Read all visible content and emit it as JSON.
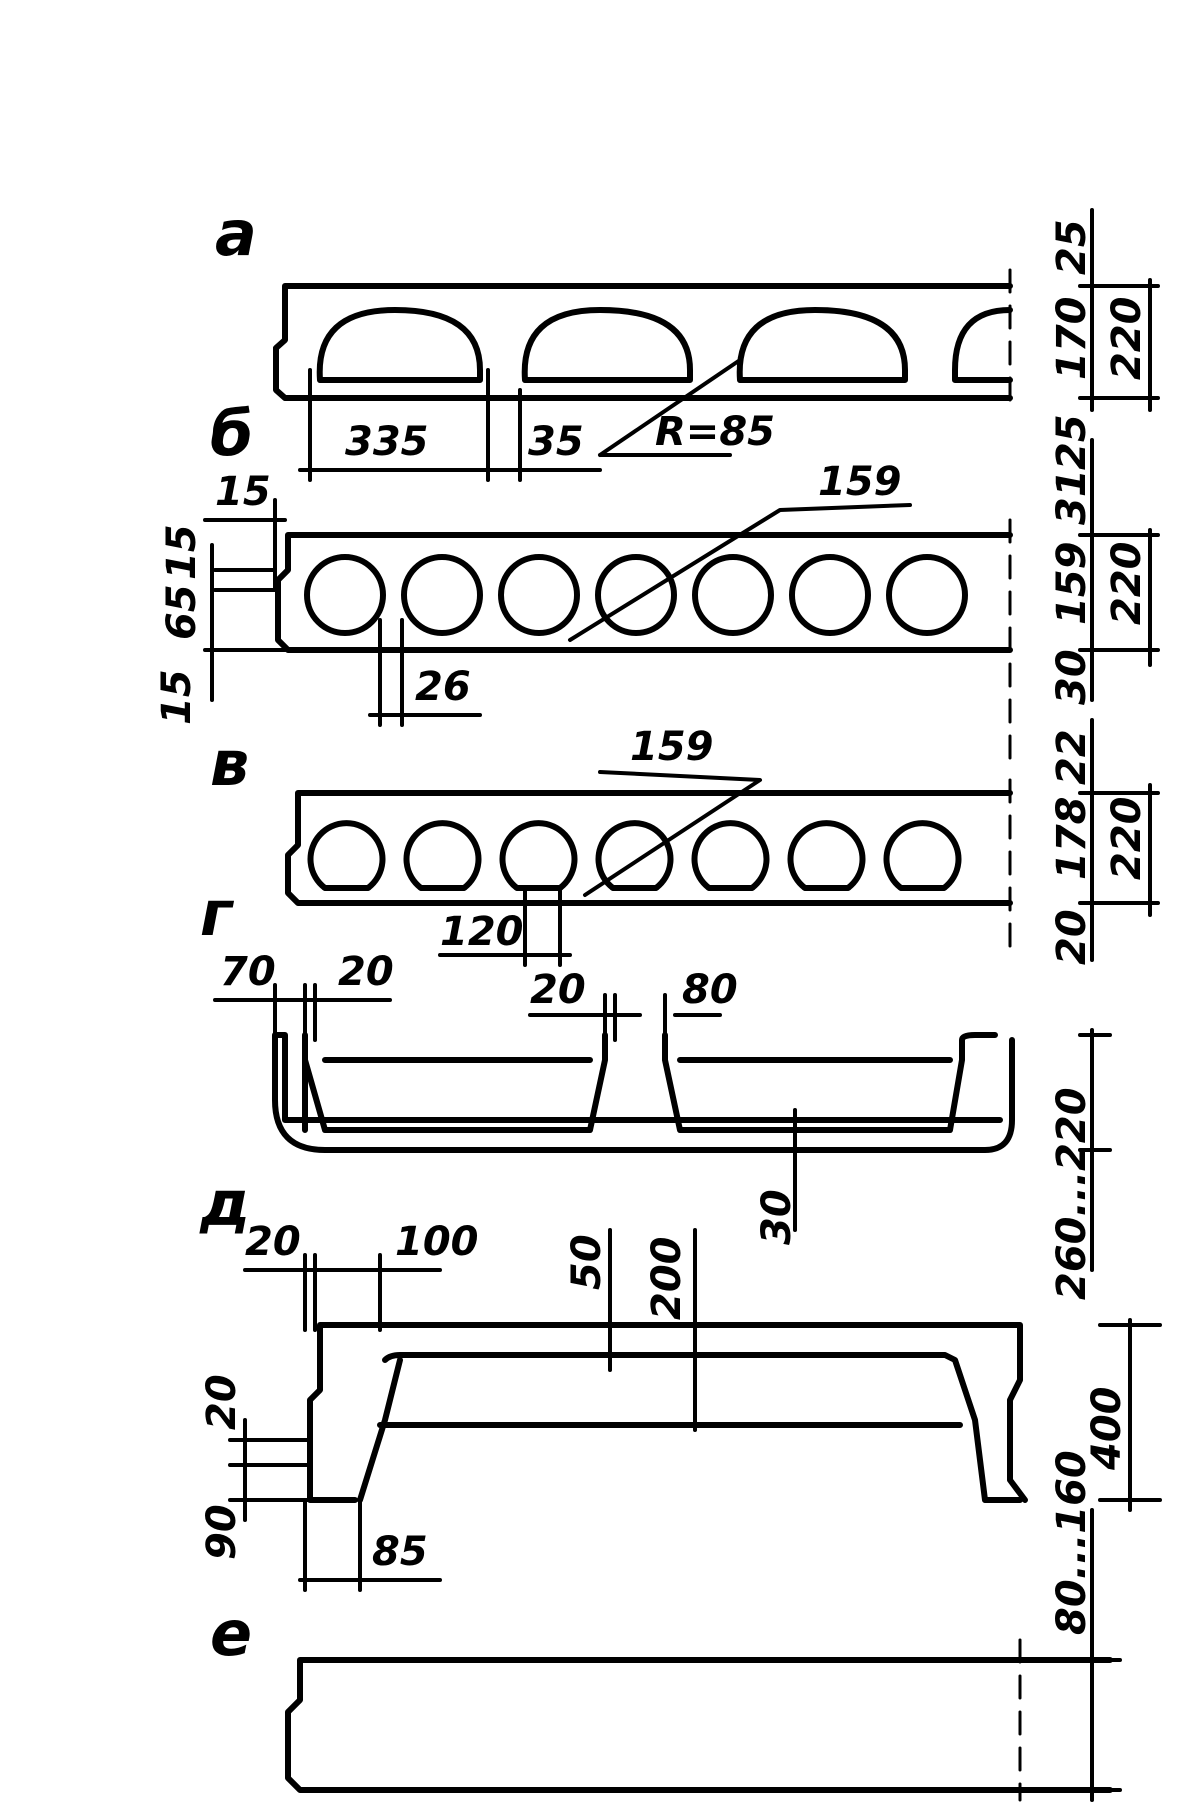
{
  "sections": {
    "a": {
      "label": "а",
      "dims": {
        "top": "25",
        "void_height": "170",
        "total_height": "220",
        "bottom": "25",
        "void_width": "335",
        "rib": "35",
        "radius": "R=85"
      }
    },
    "b": {
      "label": "б",
      "dims": {
        "top": "31",
        "void_dia": "159",
        "total_height": "220",
        "bottom": "30",
        "diameter_callout": "159",
        "rib": "26",
        "left_15a": "15",
        "left_15b": "15",
        "left_65": "65",
        "left_15c": "15"
      }
    },
    "v": {
      "label": "в",
      "dims": {
        "top": "22",
        "void_height": "178",
        "total_height": "220",
        "bottom": "20",
        "diameter_callout": "159",
        "rib": "120"
      }
    },
    "g": {
      "label": "г",
      "dims": {
        "d70": "70",
        "d20a": "20",
        "d20b": "20",
        "d80": "80",
        "d30": "30",
        "height_range": "260...220"
      }
    },
    "d": {
      "label": "д",
      "dims": {
        "d20a": "20",
        "d100": "100",
        "d50": "50",
        "d200": "200",
        "d20b": "20",
        "d90": "90",
        "d85": "85",
        "d400": "400",
        "height_range": "80...160"
      }
    },
    "e": {
      "label": "е"
    }
  }
}
